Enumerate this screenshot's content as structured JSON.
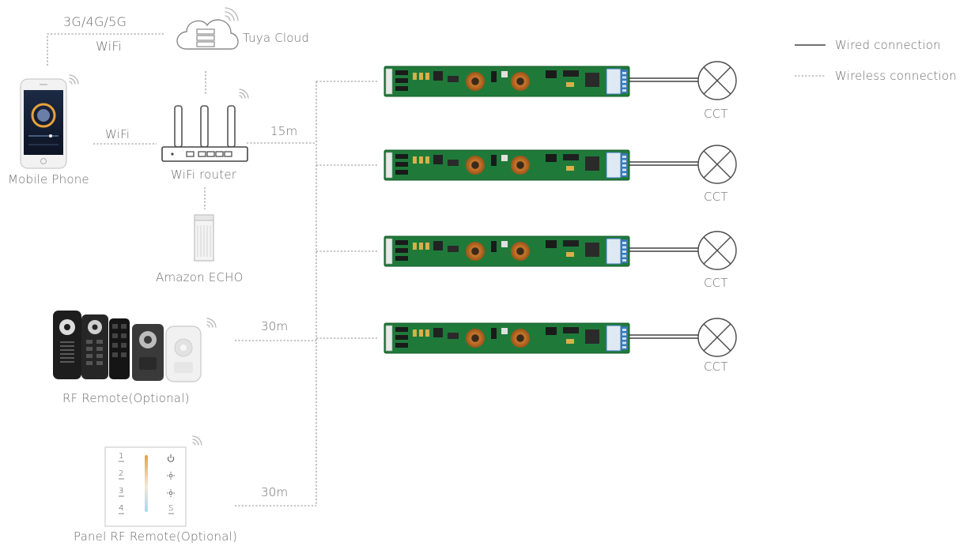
{
  "cloud": {
    "network_label": "3G/4G/5G",
    "wifi_label": "WiFi",
    "name": "Tuya Cloud"
  },
  "phone": {
    "name": "Mobile Phone",
    "link_label": "WiFi"
  },
  "router": {
    "name": "WiFi router",
    "distance": "15m"
  },
  "echo": {
    "name": "Amazon ECHO"
  },
  "rf_remote": {
    "name": "RF Remote(Optional)",
    "distance": "30m"
  },
  "panel": {
    "name": "Panel RF Remote(Optional)",
    "distance": "30m",
    "keys_left": [
      "1",
      "2",
      "3",
      "4"
    ],
    "key_bottom_right": "S"
  },
  "lights": [
    {
      "label": "CCT"
    },
    {
      "label": "CCT"
    },
    {
      "label": "CCT"
    },
    {
      "label": "CCT"
    }
  ],
  "legend": {
    "wired": "Wired connection",
    "wireless": "Wireless connection"
  },
  "colors": {
    "pcb_green": "#1f7a3a",
    "connector_blue": "#3a78b5",
    "line": "#8c8c8c"
  }
}
